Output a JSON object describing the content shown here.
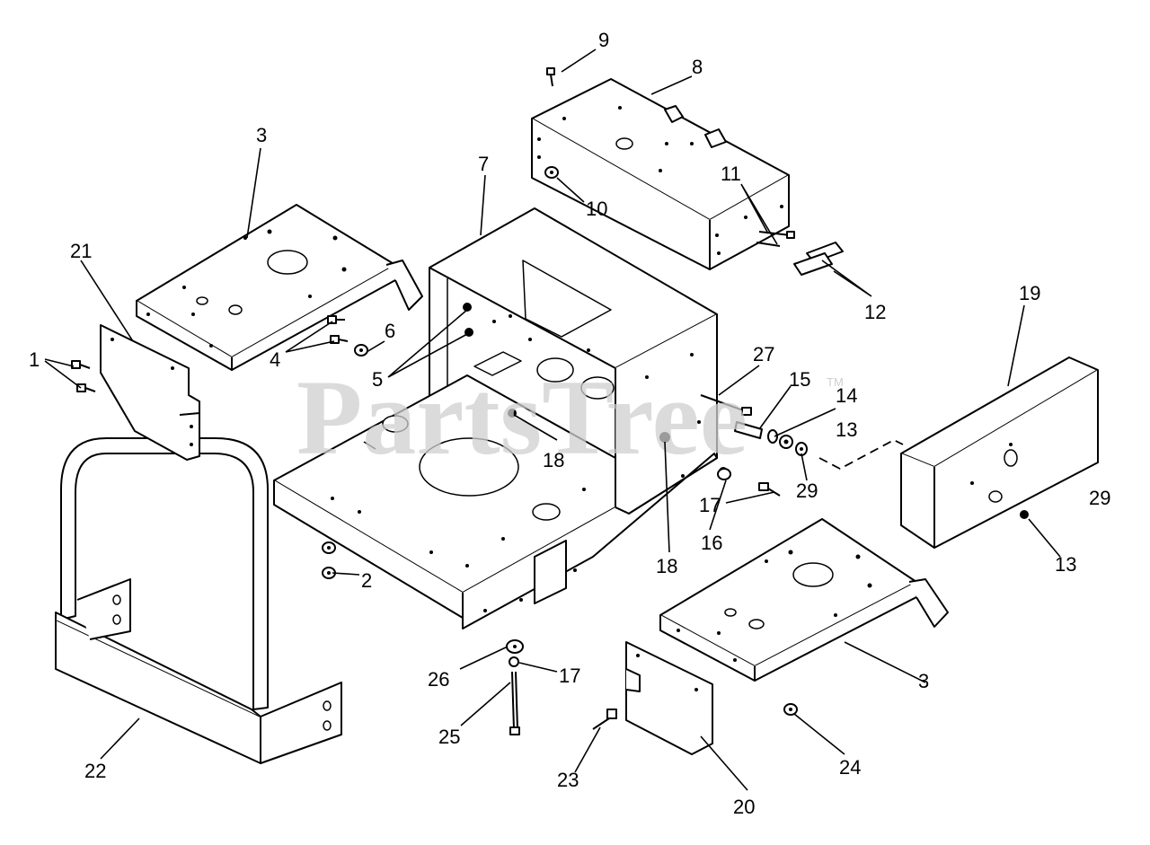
{
  "watermark": {
    "text": "PartsTree",
    "tm": "TM"
  },
  "callouts": [
    {
      "id": "c1",
      "text": "1"
    },
    {
      "id": "c2",
      "text": "2"
    },
    {
      "id": "c3a",
      "text": "3"
    },
    {
      "id": "c3b",
      "text": "3"
    },
    {
      "id": "c4",
      "text": "4"
    },
    {
      "id": "c5",
      "text": "5"
    },
    {
      "id": "c6",
      "text": "6"
    },
    {
      "id": "c7",
      "text": "7"
    },
    {
      "id": "c8",
      "text": "8"
    },
    {
      "id": "c9",
      "text": "9"
    },
    {
      "id": "c10",
      "text": "10"
    },
    {
      "id": "c11",
      "text": "11"
    },
    {
      "id": "c12",
      "text": "12"
    },
    {
      "id": "c13a",
      "text": "13"
    },
    {
      "id": "c13b",
      "text": "13"
    },
    {
      "id": "c14",
      "text": "14"
    },
    {
      "id": "c15",
      "text": "15"
    },
    {
      "id": "c16",
      "text": "16"
    },
    {
      "id": "c17a",
      "text": "17"
    },
    {
      "id": "c17b",
      "text": "17"
    },
    {
      "id": "c18a",
      "text": "18"
    },
    {
      "id": "c18b",
      "text": "18"
    },
    {
      "id": "c19",
      "text": "19"
    },
    {
      "id": "c20",
      "text": "20"
    },
    {
      "id": "c21",
      "text": "21"
    },
    {
      "id": "c22",
      "text": "22"
    },
    {
      "id": "c23",
      "text": "23"
    },
    {
      "id": "c24",
      "text": "24"
    },
    {
      "id": "c25",
      "text": "25"
    },
    {
      "id": "c26",
      "text": "26"
    },
    {
      "id": "c27",
      "text": "27"
    },
    {
      "id": "c29a",
      "text": "29"
    },
    {
      "id": "c29b",
      "text": "29"
    }
  ]
}
